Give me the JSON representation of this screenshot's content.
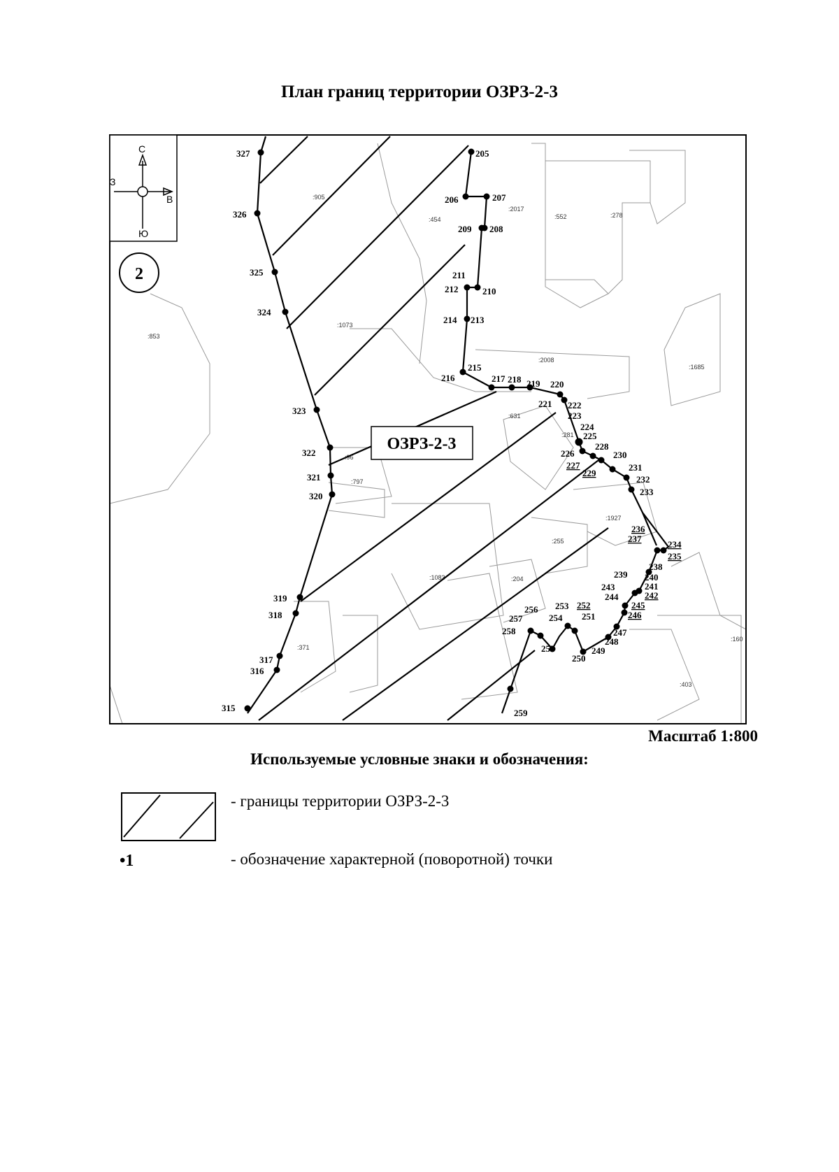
{
  "title": "План границ территории ОЗРЗ-2-3",
  "map": {
    "zone_label": "ОЗРЗ-2-3",
    "circle_label": "2",
    "compass": {
      "north": "С",
      "south": "Ю",
      "west": "З",
      "east": "В"
    },
    "points": [
      {
        "id": "205",
        "label": "205"
      },
      {
        "id": "206",
        "label": "206"
      },
      {
        "id": "207",
        "label": "207"
      },
      {
        "id": "208",
        "label": "208"
      },
      {
        "id": "209",
        "label": "209"
      },
      {
        "id": "210",
        "label": "210"
      },
      {
        "id": "211",
        "label": "211"
      },
      {
        "id": "212",
        "label": "212"
      },
      {
        "id": "213",
        "label": "213"
      },
      {
        "id": "214",
        "label": "214"
      },
      {
        "id": "215",
        "label": "215"
      },
      {
        "id": "216",
        "label": "216"
      },
      {
        "id": "217",
        "label": "217"
      },
      {
        "id": "218",
        "label": "218"
      },
      {
        "id": "219",
        "label": "219"
      },
      {
        "id": "220",
        "label": "220"
      },
      {
        "id": "221",
        "label": "221"
      },
      {
        "id": "222",
        "label": "222"
      },
      {
        "id": "223",
        "label": "223"
      },
      {
        "id": "224",
        "label": "224"
      },
      {
        "id": "225",
        "label": "225"
      },
      {
        "id": "226",
        "label": "226"
      },
      {
        "id": "227",
        "label": "227"
      },
      {
        "id": "228",
        "label": "228"
      },
      {
        "id": "229",
        "label": "229"
      },
      {
        "id": "230",
        "label": "230"
      },
      {
        "id": "231",
        "label": "231"
      },
      {
        "id": "232",
        "label": "232"
      },
      {
        "id": "233",
        "label": "233"
      },
      {
        "id": "234",
        "label": "234"
      },
      {
        "id": "235",
        "label": "235"
      },
      {
        "id": "236",
        "label": "236"
      },
      {
        "id": "237",
        "label": "237"
      },
      {
        "id": "238",
        "label": "238"
      },
      {
        "id": "239",
        "label": "239"
      },
      {
        "id": "240",
        "label": "240"
      },
      {
        "id": "241",
        "label": "241"
      },
      {
        "id": "242",
        "label": "242"
      },
      {
        "id": "243",
        "label": "243"
      },
      {
        "id": "244",
        "label": "244"
      },
      {
        "id": "245",
        "label": "245"
      },
      {
        "id": "246",
        "label": "246"
      },
      {
        "id": "247",
        "label": "247"
      },
      {
        "id": "248",
        "label": "248"
      },
      {
        "id": "249",
        "label": "249"
      },
      {
        "id": "250",
        "label": "250"
      },
      {
        "id": "251",
        "label": "251"
      },
      {
        "id": "252",
        "label": "252"
      },
      {
        "id": "253",
        "label": "253"
      },
      {
        "id": "254",
        "label": "254"
      },
      {
        "id": "255",
        "label": "255"
      },
      {
        "id": "256",
        "label": "256"
      },
      {
        "id": "257",
        "label": "257"
      },
      {
        "id": "258",
        "label": "258"
      },
      {
        "id": "259",
        "label": "259"
      },
      {
        "id": "315",
        "label": "315"
      },
      {
        "id": "316",
        "label": "316"
      },
      {
        "id": "317",
        "label": "317"
      },
      {
        "id": "318",
        "label": "318"
      },
      {
        "id": "319",
        "label": "319"
      },
      {
        "id": "320",
        "label": "320"
      },
      {
        "id": "321",
        "label": "321"
      },
      {
        "id": "322",
        "label": "322"
      },
      {
        "id": "323",
        "label": "323"
      },
      {
        "id": "324",
        "label": "324"
      },
      {
        "id": "325",
        "label": "325"
      },
      {
        "id": "326",
        "label": "326"
      },
      {
        "id": "327",
        "label": "327"
      }
    ],
    "parcels": [
      {
        "label": ":905"
      },
      {
        "label": ":454"
      },
      {
        "label": ":2017"
      },
      {
        "label": ":552"
      },
      {
        "label": ":278"
      },
      {
        "label": ":853"
      },
      {
        "label": ":1073"
      },
      {
        "label": ":2008"
      },
      {
        "label": ":1685"
      },
      {
        "label": ":631"
      },
      {
        "label": ":281"
      },
      {
        "label": ":96"
      },
      {
        "label": ":797"
      },
      {
        "label": ":1927"
      },
      {
        "label": ":255"
      },
      {
        "label": ":1083"
      },
      {
        "label": ":204"
      },
      {
        "label": ":371"
      },
      {
        "label": ":403"
      },
      {
        "label": ":160"
      }
    ]
  },
  "scale": "Масштаб 1:800",
  "legend": {
    "title": "Используемые условные знаки и обозначения:",
    "hatch_text": "- границы территории ОЗРЗ-2-3",
    "point_symbol": "•1",
    "point_text": "- обозначение характерной (поворотной) точки"
  }
}
